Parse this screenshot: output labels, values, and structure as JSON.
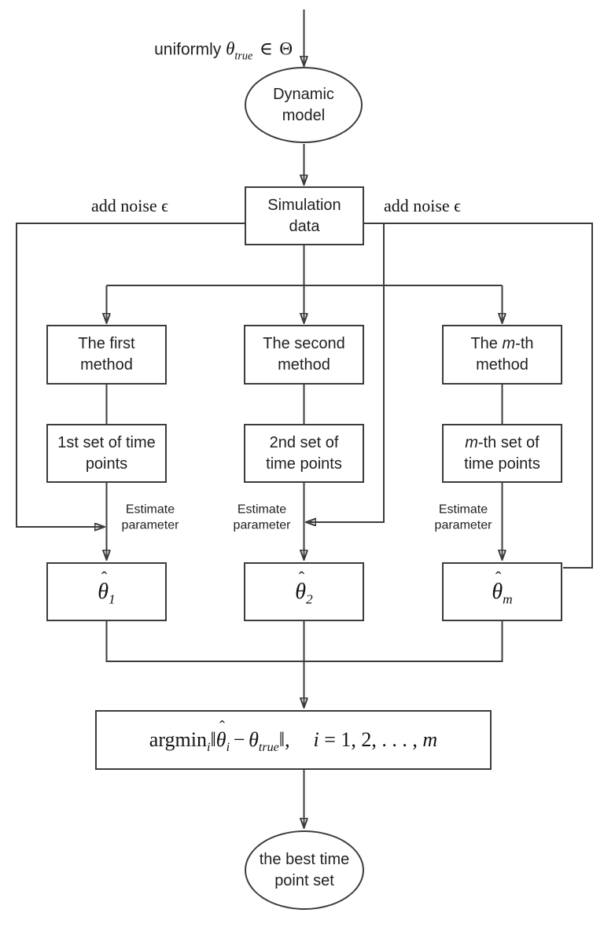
{
  "colors": {
    "stroke": "#3c3c3c",
    "text": "#1f1f1f",
    "background": "#ffffff"
  },
  "diagram": {
    "start_label": {
      "prefix": "uniformly",
      "theta": "θ",
      "theta_sub": "true",
      "element_of": "∈",
      "big_theta": "Θ"
    },
    "dynamic_model": {
      "line1": "Dynamic",
      "line2": "model"
    },
    "simulation_data": {
      "line1": "Simulation",
      "line2": "data"
    },
    "noise_label": {
      "text": "add noise ",
      "epsilon": "ϵ"
    },
    "methods": [
      {
        "pre": "The first",
        "m": "",
        "post": "",
        "line2": "method"
      },
      {
        "pre": "The second",
        "m": "",
        "post": "",
        "line2": "method"
      },
      {
        "pre": "The ",
        "m": "m",
        "post": "-th",
        "line2": "method"
      }
    ],
    "timepoints": [
      {
        "pre": "1st set of time",
        "m": "",
        "post": "",
        "line2": "points"
      },
      {
        "pre": "2nd set of",
        "m": "",
        "post": "",
        "line2": "time points"
      },
      {
        "pre": "",
        "m": "m",
        "post": "-th set of",
        "line2": "time points"
      }
    ],
    "estimate_label": {
      "line1": "Estimate",
      "line2": "parameter"
    },
    "estimates": [
      {
        "hat": "ˆ",
        "theta": "θ",
        "sub": "1"
      },
      {
        "hat": "ˆ",
        "theta": "θ",
        "sub": "2"
      },
      {
        "hat": "ˆ",
        "theta": "θ",
        "sub": "m"
      }
    ],
    "argmin": {
      "op": "argmin",
      "op_sub": "i",
      "norm_open": "‖",
      "hat": "ˆ",
      "theta": "θ",
      "theta_sub": "i",
      "minus": "−",
      "theta2": "θ",
      "theta2_sub": "true",
      "norm_close": "‖,",
      "tail_i": "i",
      "tail_eq": " = 1, 2, . . . , ",
      "tail_m": "m"
    },
    "best": {
      "line1": "the best time",
      "line2": "point set"
    }
  }
}
